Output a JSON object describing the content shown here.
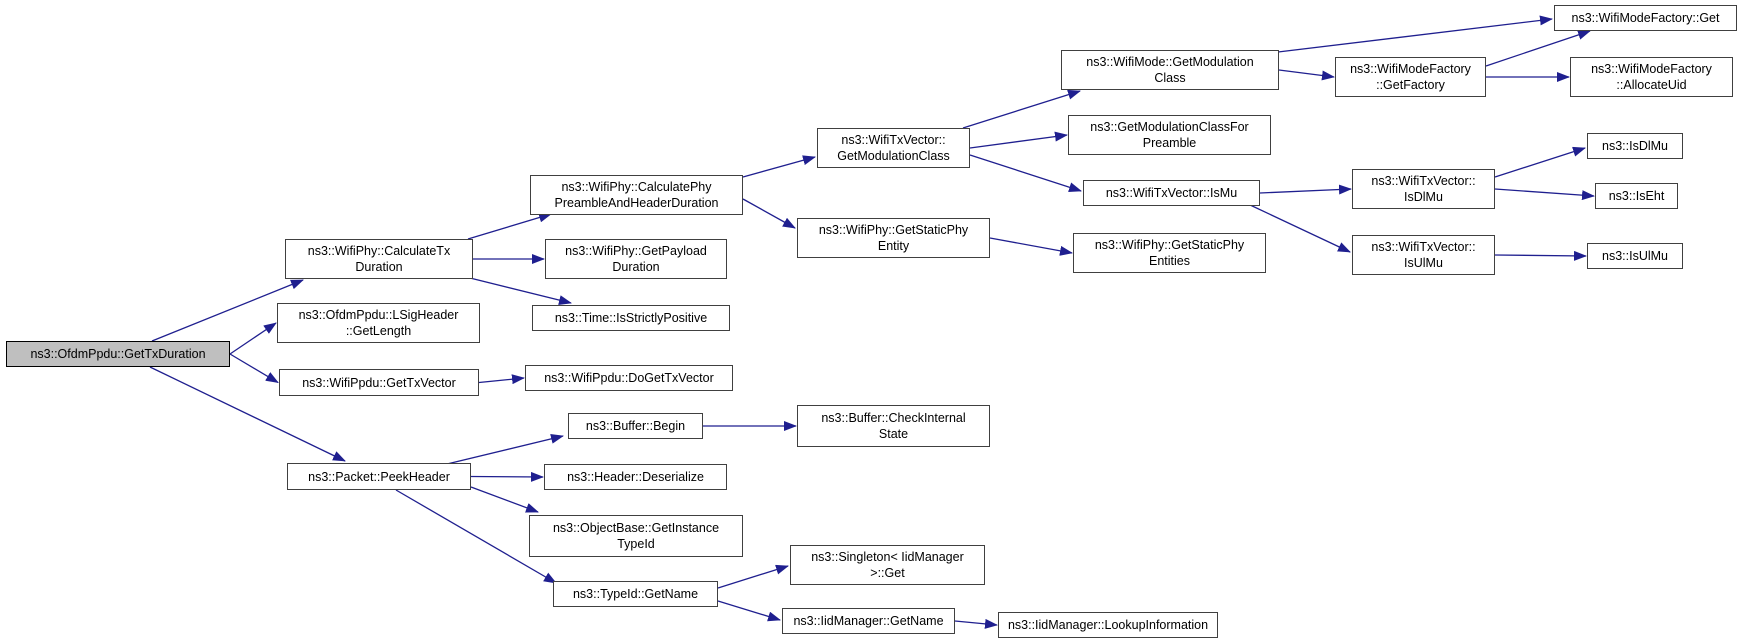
{
  "diagram": {
    "type": "call-graph",
    "root": "ns3::OfdmPpdu::GetTxDuration",
    "colors": {
      "background": "#ffffff",
      "edge": "#1f1f8f",
      "node_fill": "#ffffff",
      "node_border": "#404040",
      "root_fill": "#bfbfbf",
      "root_border": "#000000",
      "text": "#000000"
    },
    "nodes": [
      {
        "id": "root",
        "label": "ns3::OfdmPpdu::GetTxDuration"
      },
      {
        "id": "calcTxDur",
        "label": "ns3::WifiPhy::CalculateTx\nDuration"
      },
      {
        "id": "lsig",
        "label": "ns3::OfdmPpdu::LSigHeader\n::GetLength"
      },
      {
        "id": "getTxVector",
        "label": "ns3::WifiPpdu::GetTxVector"
      },
      {
        "id": "peekHeader",
        "label": "ns3::Packet::PeekHeader"
      },
      {
        "id": "calcPhyPreamble",
        "label": "ns3::WifiPhy::CalculatePhy\nPreambleAndHeaderDuration"
      },
      {
        "id": "getPayloadDur",
        "label": "ns3::WifiPhy::GetPayload\nDuration"
      },
      {
        "id": "isStrictlyPositive",
        "label": "ns3::Time::IsStrictlyPositive"
      },
      {
        "id": "doGetTxVector",
        "label": "ns3::WifiPpdu::DoGetTxVector"
      },
      {
        "id": "bufferBegin",
        "label": "ns3::Buffer::Begin"
      },
      {
        "id": "headerDeserialize",
        "label": "ns3::Header::Deserialize"
      },
      {
        "id": "getInstanceTypeId",
        "label": "ns3::ObjectBase::GetInstance\nTypeId"
      },
      {
        "id": "typeIdGetName",
        "label": "ns3::TypeId::GetName"
      },
      {
        "id": "wtvGetModClass",
        "label": "ns3::WifiTxVector::\nGetModulationClass"
      },
      {
        "id": "getStaticPhyEntity",
        "label": "ns3::WifiPhy::GetStaticPhy\nEntity"
      },
      {
        "id": "checkInternalState",
        "label": "ns3::Buffer::CheckInternal\nState"
      },
      {
        "id": "singletonGet",
        "label": "ns3::Singleton< IidManager\n>::Get"
      },
      {
        "id": "iidGetName",
        "label": "ns3::IidManager::GetName"
      },
      {
        "id": "wmGetModClass",
        "label": "ns3::WifiMode::GetModulation\nClass"
      },
      {
        "id": "getModClassForPreamble",
        "label": "ns3::GetModulationClassFor\nPreamble"
      },
      {
        "id": "isMu",
        "label": "ns3::WifiTxVector::IsMu"
      },
      {
        "id": "getStaticPhyEntities",
        "label": "ns3::WifiPhy::GetStaticPhy\nEntities"
      },
      {
        "id": "lookupInformation",
        "label": "ns3::IidManager::LookupInformation"
      },
      {
        "id": "wmfGet",
        "label": "ns3::WifiModeFactory::Get"
      },
      {
        "id": "wmfGetFactory",
        "label": "ns3::WifiModeFactory\n::GetFactory"
      },
      {
        "id": "wmfAllocateUid",
        "label": "ns3::WifiModeFactory\n::AllocateUid"
      },
      {
        "id": "wtvIsDlMu",
        "label": "ns3::WifiTxVector::\nIsDlMu"
      },
      {
        "id": "wtvIsUlMu",
        "label": "ns3::WifiTxVector::\nIsUlMu"
      },
      {
        "id": "nsIsDlMu",
        "label": "ns3::IsDlMu"
      },
      {
        "id": "nsIsEht",
        "label": "ns3::IsEht"
      },
      {
        "id": "nsIsUlMu",
        "label": "ns3::IsUlMu"
      }
    ],
    "edges": [
      {
        "from": "root",
        "to": "calcTxDur"
      },
      {
        "from": "root",
        "to": "lsig"
      },
      {
        "from": "root",
        "to": "getTxVector"
      },
      {
        "from": "root",
        "to": "peekHeader"
      },
      {
        "from": "calcTxDur",
        "to": "calcPhyPreamble"
      },
      {
        "from": "calcTxDur",
        "to": "getPayloadDur"
      },
      {
        "from": "calcTxDur",
        "to": "isStrictlyPositive"
      },
      {
        "from": "getTxVector",
        "to": "doGetTxVector"
      },
      {
        "from": "peekHeader",
        "to": "bufferBegin"
      },
      {
        "from": "peekHeader",
        "to": "headerDeserialize"
      },
      {
        "from": "peekHeader",
        "to": "getInstanceTypeId"
      },
      {
        "from": "peekHeader",
        "to": "typeIdGetName"
      },
      {
        "from": "calcPhyPreamble",
        "to": "wtvGetModClass"
      },
      {
        "from": "calcPhyPreamble",
        "to": "getStaticPhyEntity"
      },
      {
        "from": "wtvGetModClass",
        "to": "wmGetModClass"
      },
      {
        "from": "wtvGetModClass",
        "to": "getModClassForPreamble"
      },
      {
        "from": "wtvGetModClass",
        "to": "isMu"
      },
      {
        "from": "getStaticPhyEntity",
        "to": "getStaticPhyEntities"
      },
      {
        "from": "bufferBegin",
        "to": "checkInternalState"
      },
      {
        "from": "typeIdGetName",
        "to": "singletonGet"
      },
      {
        "from": "typeIdGetName",
        "to": "iidGetName"
      },
      {
        "from": "iidGetName",
        "to": "lookupInformation"
      },
      {
        "from": "wmGetModClass",
        "to": "wmfGet"
      },
      {
        "from": "wmGetModClass",
        "to": "wmfGetFactory"
      },
      {
        "from": "wmfGetFactory",
        "to": "wmfGet"
      },
      {
        "from": "wmfGetFactory",
        "to": "wmfAllocateUid"
      },
      {
        "from": "isMu",
        "to": "wtvIsDlMu"
      },
      {
        "from": "isMu",
        "to": "wtvIsUlMu"
      },
      {
        "from": "wtvIsDlMu",
        "to": "nsIsDlMu"
      },
      {
        "from": "wtvIsDlMu",
        "to": "nsIsEht"
      },
      {
        "from": "wtvIsUlMu",
        "to": "nsIsUlMu"
      }
    ]
  }
}
